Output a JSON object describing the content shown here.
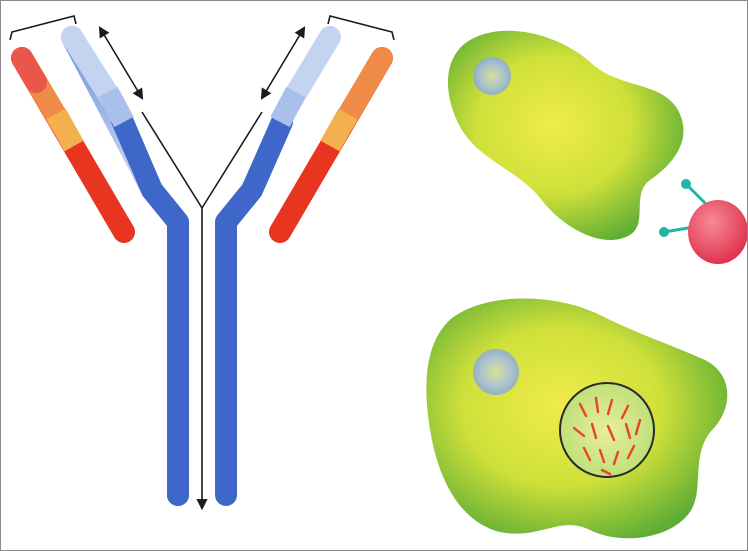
{
  "colors": {
    "heavy_chain": "#3f67c9",
    "heavy_chain_light": "#b8cdef",
    "light_chain_top": "#ef8a48",
    "light_chain_bottom": "#e8351f",
    "cell_body": "#c8dd3a",
    "cell_edge": "#5dab33",
    "nucleus": "#a8c0e4",
    "antigen": "#e93d55",
    "antigen_stalk": "#1fb5a6",
    "arrow": "#1c1c1c"
  },
  "icons": {
    "antibody": "y-shaped-antibody",
    "cell_with_antigen": "cell-binding-antigen",
    "cell_with_vesicle": "cell-with-vesicle"
  }
}
